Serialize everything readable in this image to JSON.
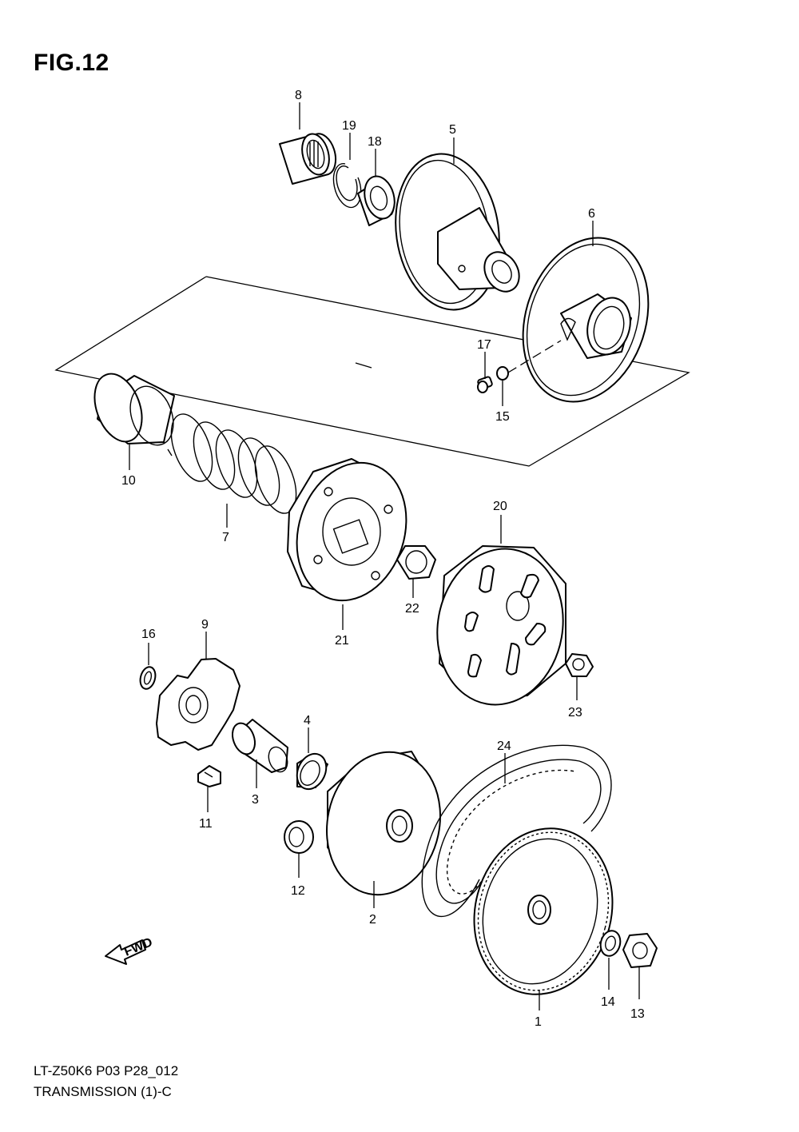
{
  "figure": {
    "title": "FIG.12",
    "code": "LT-Z50K6 P03 P28_012",
    "name": "TRANSMISSION (1)-C",
    "fwd_label": "FWD"
  },
  "callouts": [
    {
      "id": "c1",
      "label": "1"
    },
    {
      "id": "c2",
      "label": "2"
    },
    {
      "id": "c3",
      "label": "3"
    },
    {
      "id": "c4",
      "label": "4"
    },
    {
      "id": "c5",
      "label": "5"
    },
    {
      "id": "c6",
      "label": "6"
    },
    {
      "id": "c7",
      "label": "7"
    },
    {
      "id": "c8",
      "label": "8"
    },
    {
      "id": "c9",
      "label": "9"
    },
    {
      "id": "c10",
      "label": "10"
    },
    {
      "id": "c11",
      "label": "11"
    },
    {
      "id": "c12",
      "label": "12"
    },
    {
      "id": "c13",
      "label": "13"
    },
    {
      "id": "c14",
      "label": "14"
    },
    {
      "id": "c15",
      "label": "15"
    },
    {
      "id": "c16",
      "label": "16"
    },
    {
      "id": "c17",
      "label": "17"
    },
    {
      "id": "c18",
      "label": "18"
    },
    {
      "id": "c19",
      "label": "19"
    },
    {
      "id": "c20",
      "label": "20"
    },
    {
      "id": "c21",
      "label": "21"
    },
    {
      "id": "c22",
      "label": "22"
    },
    {
      "id": "c23",
      "label": "23"
    },
    {
      "id": "c24",
      "label": "24"
    }
  ]
}
